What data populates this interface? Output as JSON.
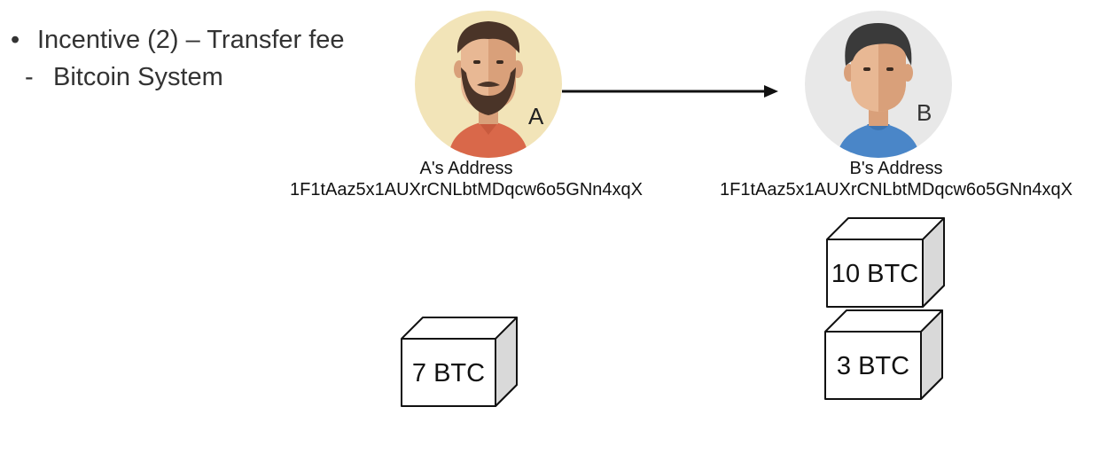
{
  "bullets": {
    "main": "Incentive (2) – Transfer fee",
    "main_marker": "•",
    "sub": "Bitcoin System",
    "sub_marker": "-"
  },
  "person_a": {
    "label": "A",
    "address_title": "A's Address",
    "address": "1F1tAaz5x1AUXrCNLbtMDqcw6o5GNn4xqX",
    "bg_color": "#f2e4b8",
    "icon": "bearded-man-avatar-icon"
  },
  "person_b": {
    "label": "B",
    "address_title": "B's Address",
    "address": "1F1tAaz5x1AUXrCNLbtMDqcw6o5GNn4xqX",
    "bg_color": "#e8e8e8",
    "icon": "man-avatar-icon"
  },
  "transfer_arrow": {
    "icon": "right-arrow-icon"
  },
  "boxes": {
    "a_box": "7 BTC",
    "b_box_top": "10 BTC",
    "b_box_bottom": "3 BTC"
  }
}
